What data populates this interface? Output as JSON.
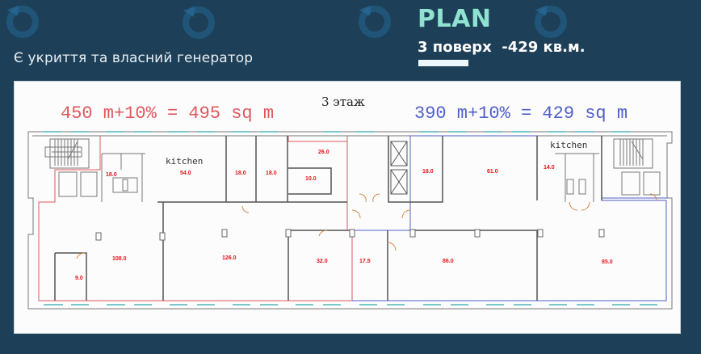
{
  "header": {
    "subtitle": "Є укриття та власний генератор",
    "title": "PLAN",
    "floor_info": "3 поверх  -429 кв.м."
  },
  "plan": {
    "floor_label": "3 этаж",
    "area_left": "450 m+10% = 495 sq m",
    "area_right": "390 m+10% = 429 sq m",
    "kitchen_labels": [
      "kitchen",
      "kitchen"
    ],
    "rooms": [
      {
        "id": "r18a",
        "area": "18.0"
      },
      {
        "id": "r54",
        "area": "54.0"
      },
      {
        "id": "r18b",
        "area": "18.0"
      },
      {
        "id": "r18c",
        "area": "18.0"
      },
      {
        "id": "r26",
        "area": "26.0"
      },
      {
        "id": "r10",
        "area": "10.0"
      },
      {
        "id": "r18d",
        "area": "18.0"
      },
      {
        "id": "r61",
        "area": "61.0"
      },
      {
        "id": "r14",
        "area": "14.0"
      },
      {
        "id": "r108",
        "area": "108.0"
      },
      {
        "id": "r9",
        "area": "9.0"
      },
      {
        "id": "r126",
        "area": "126.0"
      },
      {
        "id": "r32",
        "area": "32.0"
      },
      {
        "id": "r17_5",
        "area": "17.5"
      },
      {
        "id": "r86",
        "area": "86.0"
      },
      {
        "id": "r85",
        "area": "85.0"
      }
    ],
    "colors": {
      "left_zone": "#e0575d",
      "right_zone": "#5060c8",
      "wall": "#666666",
      "door": "#d08a4a",
      "window": "#7ac8cc",
      "room_label": "#e8121a"
    }
  }
}
